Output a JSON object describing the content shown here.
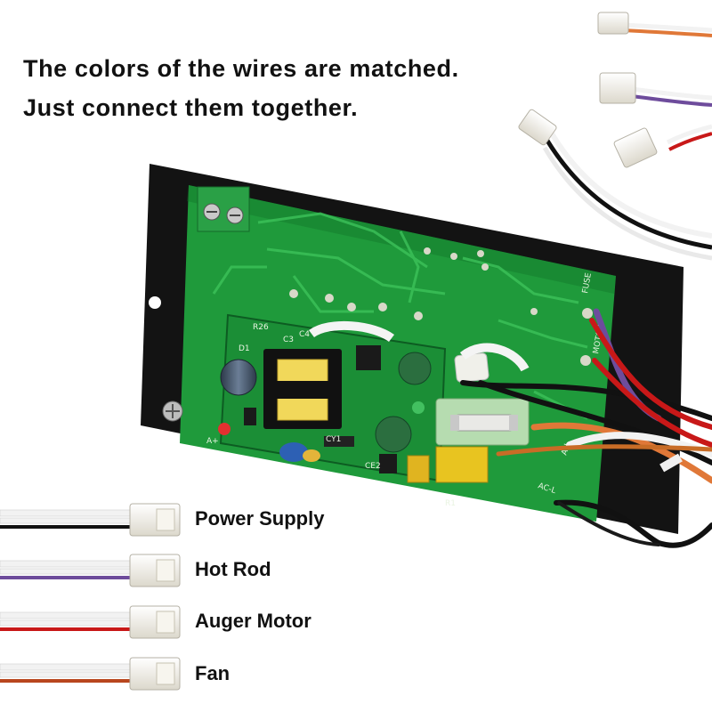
{
  "headline": {
    "line1": "The colors of the wires are matched.",
    "line2": "Just connect them together."
  },
  "legend": [
    {
      "label": "Power Supply",
      "wire_colors": [
        "#f2f2f2",
        "#111111"
      ]
    },
    {
      "label": "Hot Rod",
      "wire_colors": [
        "#f2f2f2",
        "#6e4c9c"
      ]
    },
    {
      "label": "Auger Motor",
      "wire_colors": [
        "#f2f2f2",
        "#c81818"
      ]
    },
    {
      "label": "Fan",
      "wire_colors": [
        "#f2f2f2",
        "#b8461e"
      ]
    }
  ],
  "board": {
    "silkscreen": {
      "label_1": "FUSE",
      "label_2": "MOTOR",
      "label_3": "A+",
      "label_4": "AC-L",
      "label_5": "C3",
      "label_6": "D1",
      "label_7": "CY1",
      "label_8": "R26",
      "label_9": "C4",
      "label_10": "R1",
      "label_11": "CE2",
      "label_12": "AN"
    }
  },
  "colors": {
    "pcb": "#1f9a3b",
    "pcb_dark": "#0e6e26",
    "backplate": "#131313",
    "wire_black": "#111111",
    "wire_purple": "#6e4c9c",
    "wire_red": "#c81818",
    "wire_orange": "#e07838",
    "connector": "#f4f1e8"
  }
}
